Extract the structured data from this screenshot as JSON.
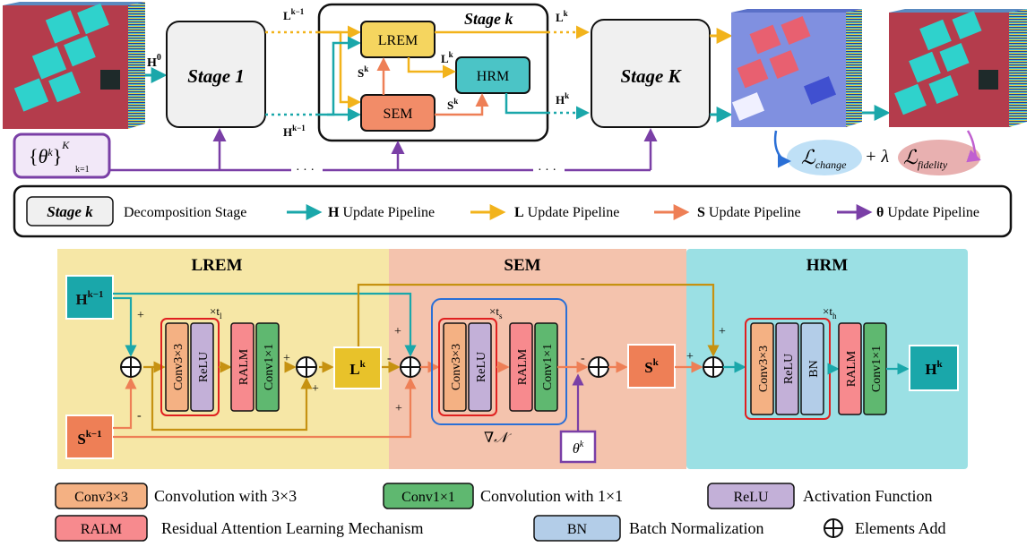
{
  "top": {
    "stage1": "Stage 1",
    "stage_k_title": "Stage k",
    "stage_K": "Stage K",
    "lrem": "LREM",
    "hrm": "HRM",
    "sem": "SEM",
    "h0": {
      "base": "H",
      "sup": "0"
    },
    "l_prev": {
      "base": "L",
      "sup": "k−1"
    },
    "h_prev": {
      "base": "H",
      "sup": "k−1"
    },
    "l_k": {
      "base": "L",
      "sup": "k"
    },
    "s_k": {
      "base": "S",
      "sup": "k"
    },
    "h_k": {
      "base": "H",
      "sup": "k"
    },
    "theta_set": {
      "body": "θ",
      "sup": "k",
      "outer_sup": "K",
      "sub": "k=1"
    },
    "dots": "· · ·",
    "loss": {
      "change_sym": "ℒ",
      "change_sub": "change",
      "plus_lambda": "+ λ",
      "fidelity_sym": "ℒ",
      "fidelity_sub": "fidelity"
    }
  },
  "legend_top": {
    "stage_box": "Stage k",
    "stage_desc": "Decomposition Stage",
    "items": [
      {
        "bold": "H",
        "label": " Update Pipeline",
        "color": "#1aa7aa"
      },
      {
        "bold": "L",
        "label": " Update Pipeline",
        "color": "#f2b31b"
      },
      {
        "bold": "S",
        "label": " Update Pipeline",
        "color": "#ee7f56"
      },
      {
        "bold": "θ",
        "label": " Update Pipeline",
        "color": "#7a3fa6"
      }
    ]
  },
  "modules": {
    "lrem": {
      "title": "LREM",
      "in_h": {
        "base": "H",
        "sup": "k−1"
      },
      "in_s": {
        "base": "S",
        "sup": "k−1"
      },
      "conv3": "Conv3×3",
      "relu": "ReLU",
      "ralm": "RALM",
      "conv1": "Conv1×1",
      "rep": {
        "base": "×t",
        "sub": "l"
      },
      "out": {
        "base": "L",
        "sup": "k"
      }
    },
    "sem": {
      "title": "SEM",
      "conv3": "Conv3×3",
      "relu": "ReLU",
      "ralm": "RALM",
      "conv1": "Conv1×1",
      "rep": {
        "base": "×t",
        "sub": "s"
      },
      "grad": "∇𝒩",
      "theta": {
        "base": "θ",
        "sup": "k"
      },
      "out": {
        "base": "S",
        "sup": "k"
      }
    },
    "hrm": {
      "title": "HRM",
      "conv3": "Conv3×3",
      "relu": "ReLU",
      "bn": "BN",
      "ralm": "RALM",
      "conv1": "Conv1×1",
      "rep": {
        "base": "×t",
        "sub": "h"
      },
      "out": {
        "base": "H",
        "sup": "k"
      }
    },
    "signs": {
      "plus": "+",
      "minus": "-"
    }
  },
  "legend_bottom": [
    {
      "box": "Conv3×3",
      "desc": "Convolution with 3×3",
      "color": "#f4b183"
    },
    {
      "box": "Conv1×1",
      "desc": "Convolution with 1×1",
      "color": "#5fb870"
    },
    {
      "box": "ReLU",
      "desc": "Activation Function",
      "color": "#c3b0d8"
    },
    {
      "box": "RALM",
      "desc": "Residual Attention Learning Mechanism",
      "color": "#f78a8e"
    },
    {
      "box": "BN",
      "desc": "Batch Normalization",
      "color": "#b3cde8"
    },
    {
      "box": "⊕",
      "desc": "Elements Add",
      "color": "#ffffff"
    }
  ],
  "colors": {
    "h": "#1aa7aa",
    "l": "#f2b31b",
    "s": "#ee7f56",
    "theta": "#7a3fa6",
    "lrem_bg": "#f6e7a6",
    "sem_bg": "#f4c3ad",
    "hrm_bg": "#9be0e4",
    "lrem_box": "#f5d55f",
    "hrm_box": "#4bc4c6",
    "sem_box": "#f28c68"
  }
}
